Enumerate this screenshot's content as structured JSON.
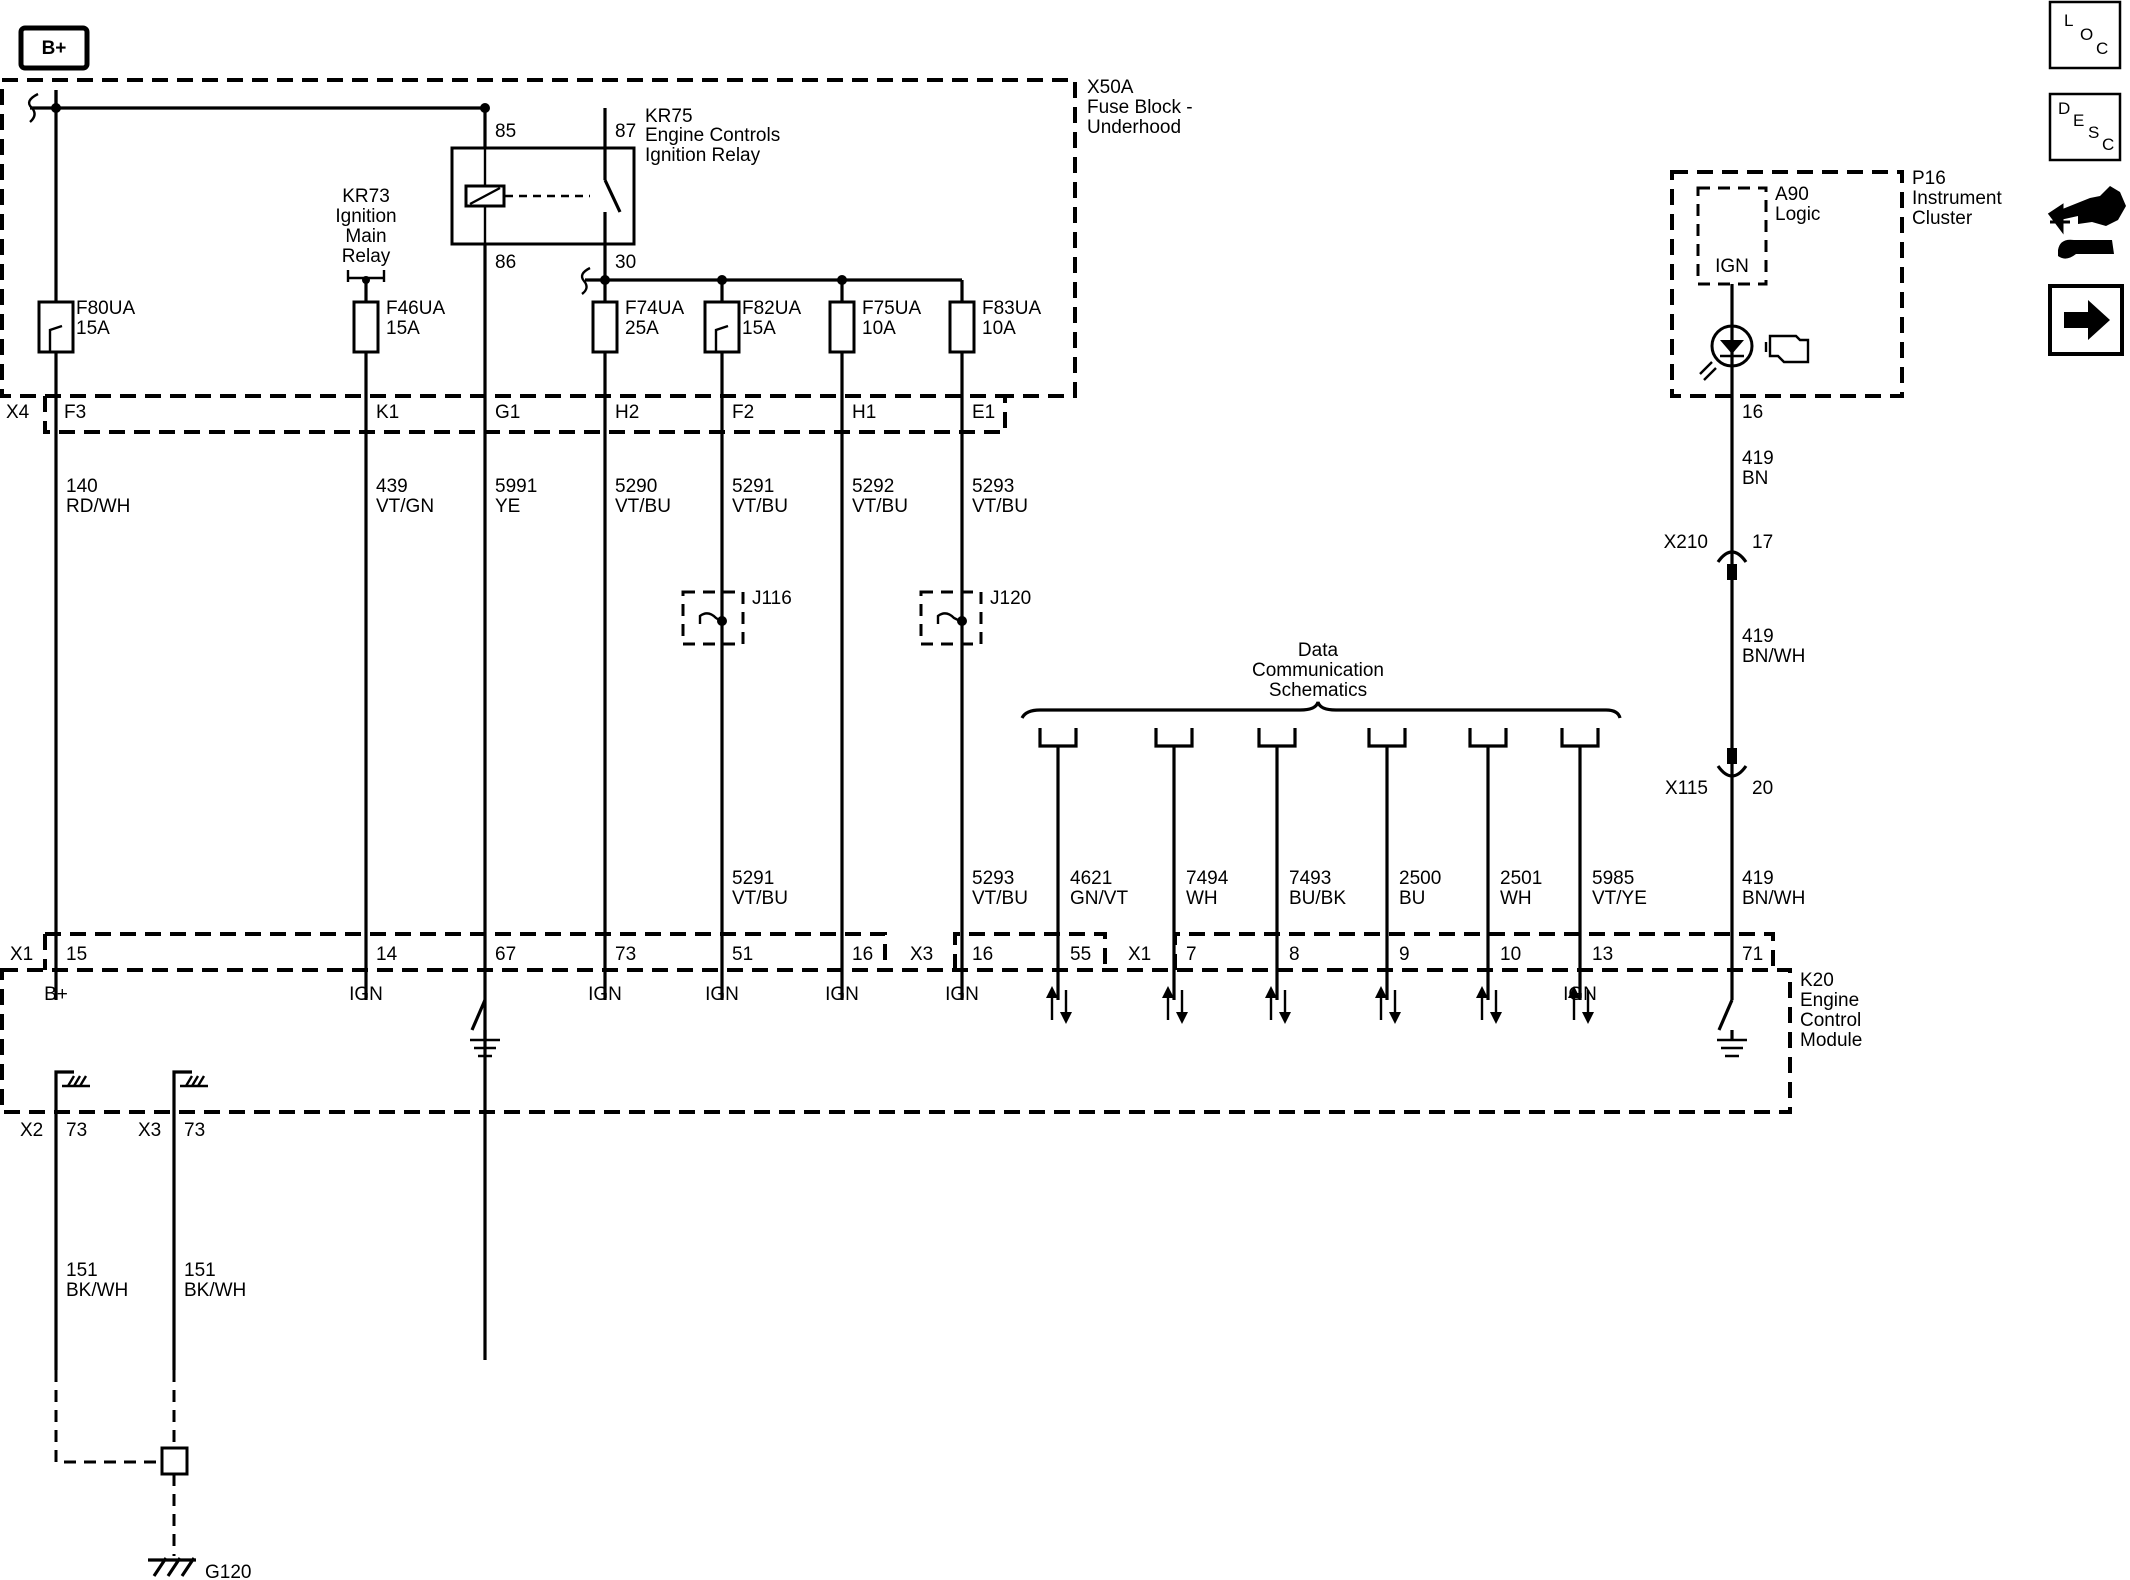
{
  "power_label": "B+",
  "nav": {
    "loc": [
      "L",
      "O",
      "C"
    ],
    "desc": [
      "D",
      "E",
      "S",
      "C"
    ],
    "tools_icon": "connector-tool-icon",
    "next_icon": "arrow-right-icon"
  },
  "fuse_block": {
    "name": "X50A",
    "line1": "Fuse Block -",
    "line2": "Underhood",
    "connector": "X4"
  },
  "relay_kr75": {
    "name": "KR75",
    "line1": "Engine Controls",
    "line2": "Ignition Relay",
    "pin85": "85",
    "pin87": "87",
    "pin86": "86",
    "pin30": "30"
  },
  "relay_kr73": {
    "name": "KR73",
    "line1": "Ignition",
    "line2": "Main",
    "line3": "Relay"
  },
  "fuses": [
    {
      "id": "F80UA",
      "rating": "15A",
      "pin": "F3",
      "circuit": "140",
      "color": "RD/WH"
    },
    {
      "id": "F46UA",
      "rating": "15A",
      "pin": "K1",
      "circuit": "439",
      "color": "VT/GN"
    },
    {
      "id": "",
      "rating": "",
      "pin": "G1",
      "circuit": "5991",
      "color": "YE"
    },
    {
      "id": "F74UA",
      "rating": "25A",
      "pin": "H2",
      "circuit": "5290",
      "color": "VT/BU"
    },
    {
      "id": "F82UA",
      "rating": "15A",
      "pin": "F2",
      "circuit": "5291",
      "color": "VT/BU"
    },
    {
      "id": "F75UA",
      "rating": "10A",
      "pin": "H1",
      "circuit": "5292",
      "color": "VT/BU"
    },
    {
      "id": "F83UA",
      "rating": "10A",
      "pin": "E1",
      "circuit": "5293",
      "color": "VT/BU"
    }
  ],
  "splices": {
    "j116": "J116",
    "j120": "J120"
  },
  "lower_wires": [
    {
      "circuit": "5291",
      "color": "VT/BU"
    },
    {
      "circuit": "5293",
      "color": "VT/BU"
    }
  ],
  "data_comm": {
    "line1": "Data",
    "line2": "Communication",
    "line3": "Schematics"
  },
  "data_wires": [
    {
      "circuit": "4621",
      "color": "GN/VT",
      "pin": "55"
    },
    {
      "circuit": "7494",
      "color": "WH",
      "pin": "7"
    },
    {
      "circuit": "7493",
      "color": "BU/BK",
      "pin": "8"
    },
    {
      "circuit": "2500",
      "color": "BU",
      "pin": "9"
    },
    {
      "circuit": "2501",
      "color": "WH",
      "pin": "10"
    },
    {
      "circuit": "5985",
      "color": "VT/YE",
      "pin": "13"
    }
  ],
  "cluster": {
    "name": "P16",
    "line1": "Instrument",
    "line2": "Cluster",
    "logic_name": "A90",
    "logic_label": "Logic",
    "ign": "IGN",
    "pin": "16",
    "lamp_icon": "check-engine-icon"
  },
  "cluster_wires": [
    {
      "circuit": "419",
      "color": "BN"
    },
    {
      "circuit": "419",
      "color": "BN/WH"
    },
    {
      "circuit": "419",
      "color": "BN/WH"
    }
  ],
  "inline_connectors": [
    {
      "name": "X210",
      "pin": "17"
    },
    {
      "name": "X115",
      "pin": "20"
    }
  ],
  "ecm": {
    "name": "K20",
    "line1": "Engine",
    "line2": "Control",
    "line3": "Module",
    "x1": "X1",
    "x3": "X3",
    "x1b": "X1",
    "pins": [
      "15",
      "14",
      "67",
      "73",
      "51",
      "16",
      "16",
      "71"
    ],
    "terminals": [
      "B+",
      "IGN",
      "IGN",
      "IGN",
      "IGN",
      "IGN",
      "IGN"
    ]
  },
  "grounds": [
    {
      "conn": "X2",
      "pin": "73",
      "circuit": "151",
      "color": "BK/WH"
    },
    {
      "conn": "X3",
      "pin": "73",
      "circuit": "151",
      "color": "BK/WH"
    }
  ],
  "ground_point": "G120"
}
